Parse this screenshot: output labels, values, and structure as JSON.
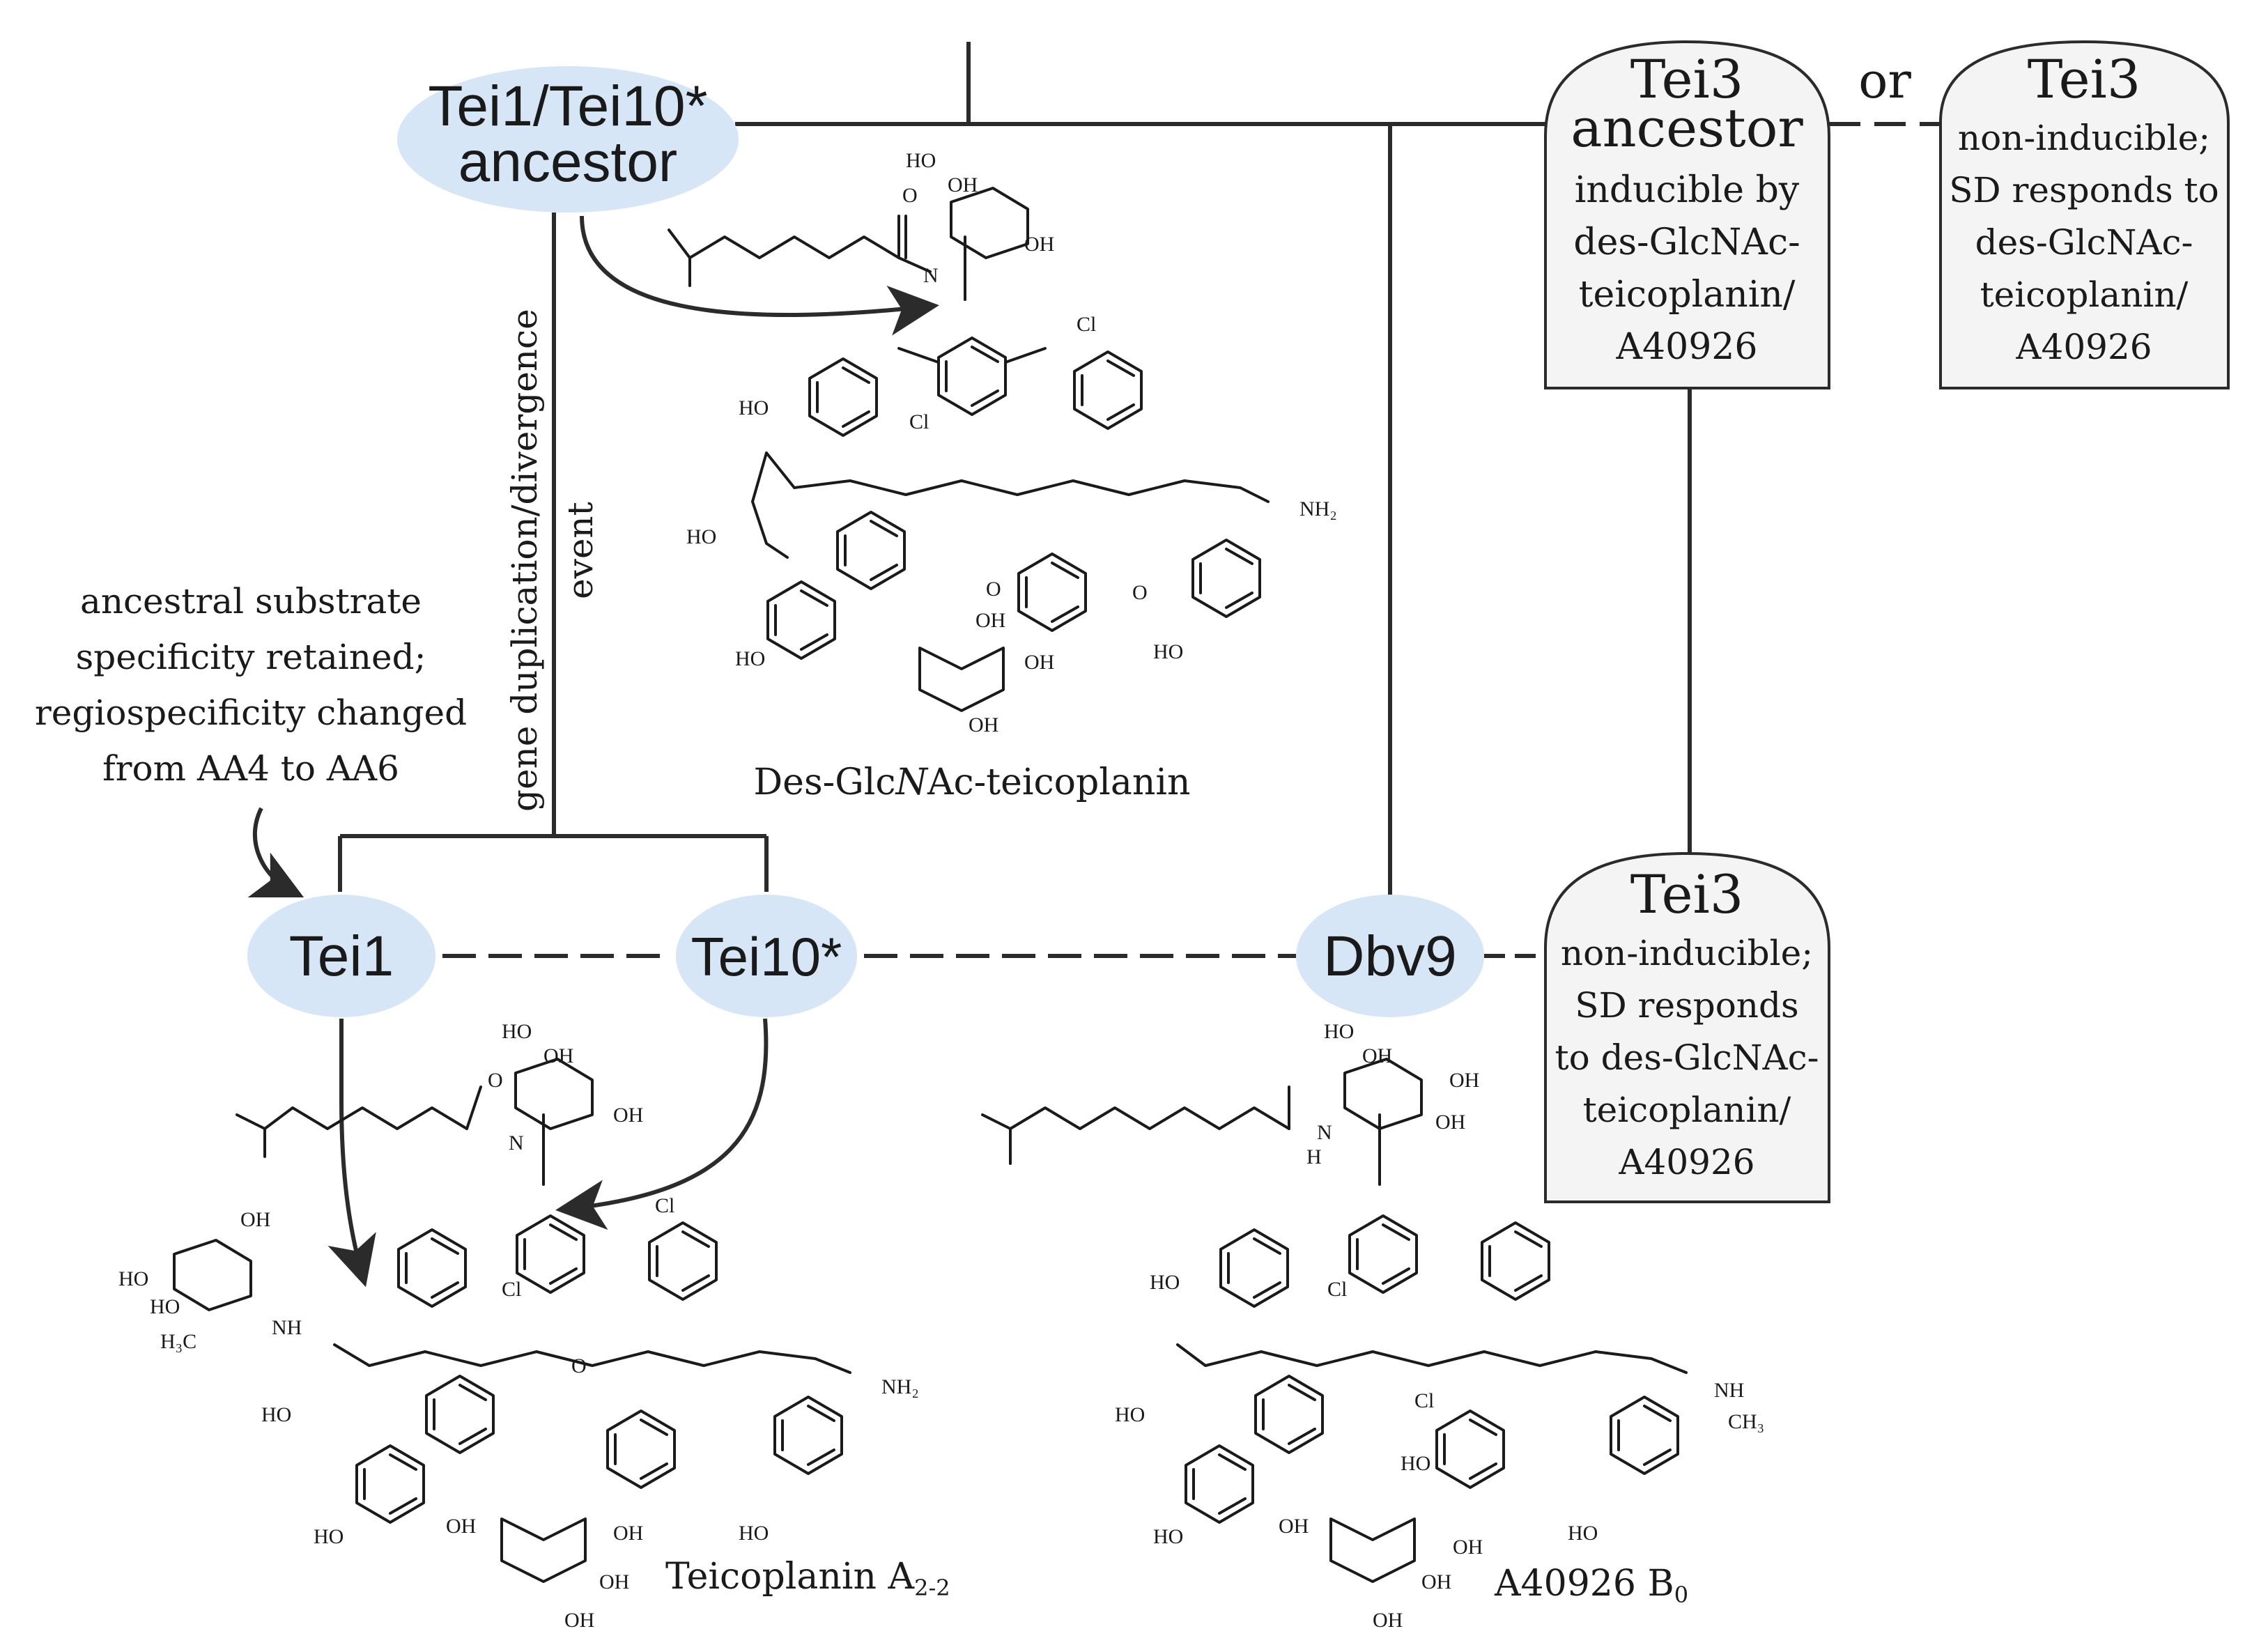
{
  "nodes": {
    "ancestor": {
      "line1": "Tei1/Tei10*",
      "line2": "ancestor"
    },
    "tei1": {
      "label": "Tei1"
    },
    "tei10": {
      "label": "Tei10*"
    },
    "dbv9": {
      "label": "Dbv9"
    }
  },
  "tei3_boxes": {
    "ancestor": {
      "title1": "Tei3",
      "title2": "ancestor",
      "lines": [
        "inducible by",
        "des-GlcNAc-",
        "teicoplanin/",
        "A40926"
      ]
    },
    "top_right": {
      "title": "Tei3",
      "lines": [
        "non-inducible;",
        "SD responds to",
        "des-GlcNAc-",
        "teicoplanin/",
        "A40926"
      ]
    },
    "lower": {
      "title": "Tei3",
      "lines": [
        "non-inducible;",
        "SD responds",
        "to des-GlcNAc-",
        "teicoplanin/",
        "A40926"
      ]
    },
    "or_label": "or"
  },
  "annotations": {
    "gene_event_line1": "gene duplication/divergence",
    "gene_event_line2": "event",
    "substrate_note": [
      "ancestral substrate",
      "specificity retained;",
      "regiospecificity changed",
      "from AA4 to AA6"
    ]
  },
  "compounds": {
    "des_glcnac": {
      "prefix": "Des-Glc",
      "italic": "N",
      "suffix": "Ac-teicoplanin"
    },
    "teicoplanin": {
      "name": "Teicoplanin A",
      "subscript": "2-2"
    },
    "a40926": {
      "name": "A40926 B",
      "subscript": "0"
    }
  },
  "colors": {
    "node_fill": "#d6e6f7",
    "line": "#2b2b2b",
    "box_fill": "#f4f4f4"
  }
}
